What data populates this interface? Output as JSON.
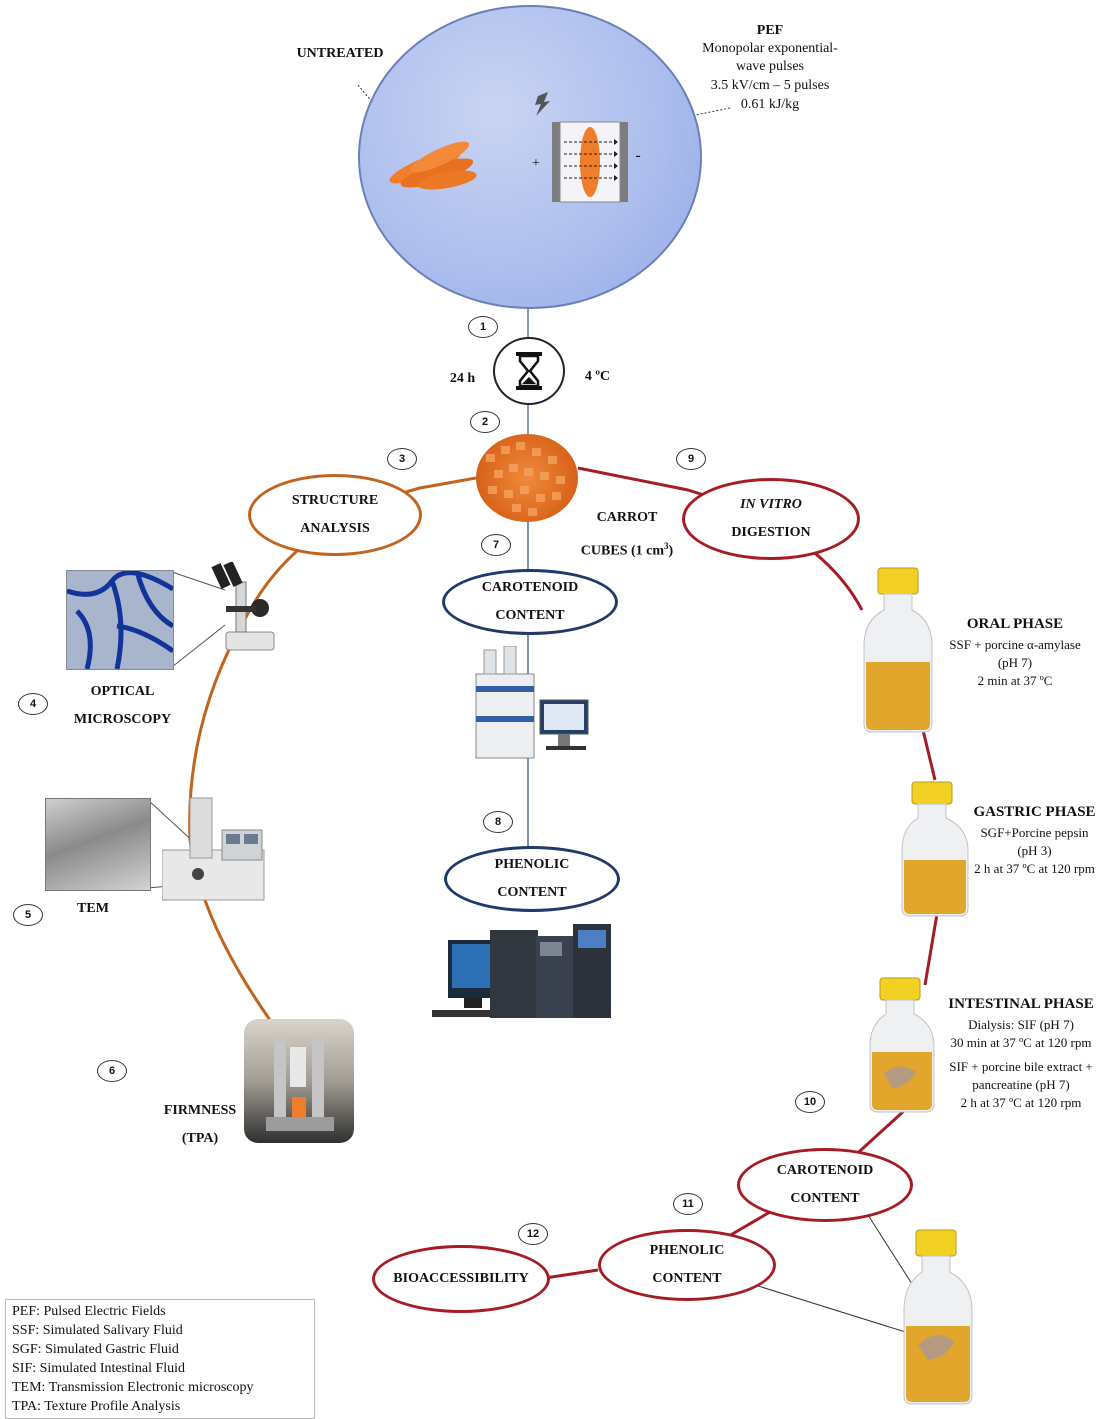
{
  "untreated_label": "UNTREATED",
  "pef": {
    "title": "PEF",
    "line1": "Monopolar exponential-",
    "line2": "wave pulses",
    "line3": "3.5 kV/cm – 5 pulses",
    "line4": "0.61 kJ/kg",
    "plus": "+",
    "minus": "-"
  },
  "storage": {
    "time": "24 h",
    "temperature": "4 ºC"
  },
  "steps": [
    "1",
    "2",
    "3",
    "4",
    "5",
    "6",
    "7",
    "8",
    "9",
    "10",
    "11",
    "12"
  ],
  "carrot": {
    "line1": "CARROT",
    "line2": "CUBES (1 cm",
    "sup": "3",
    "close": ")"
  },
  "structure": {
    "line1": "STRUCTURE",
    "line2": "ANALYSIS"
  },
  "optical": {
    "line1": "OPTICAL",
    "line2": "MICROSCOPY"
  },
  "tem": "TEM",
  "firmness": {
    "line1": "FIRMNESS",
    "line2": "(TPA)"
  },
  "carotenoid_center": {
    "line1": "CAROTENOID",
    "line2": "CONTENT"
  },
  "phenolic_center": {
    "line1": "PHENOLIC",
    "line2": "CONTENT"
  },
  "digestion": {
    "line1": "IN VITRO",
    "line2": "DIGESTION"
  },
  "oral": {
    "title": "ORAL PHASE",
    "line1": "SSF + porcine α-amylase",
    "line2": "(pH 7)",
    "line3": "2 min at 37 ºC"
  },
  "gastric": {
    "title": "GASTRIC PHASE",
    "line1": "SGF+Porcine pepsin",
    "line2": "(pH 3)",
    "line3": "2 h at 37 ºC at 120 rpm"
  },
  "intestinal": {
    "title": "INTESTINAL PHASE",
    "line1": "Dialysis: SIF (pH 7)",
    "line2": "30 min at 37 ºC at 120 rpm",
    "line3": "SIF + porcine bile extract +",
    "line4": "pancreatine (pH 7)",
    "line5": "2 h at 37 ºC at 120 rpm"
  },
  "carotenoid_right": {
    "line1": "CAROTENOID",
    "line2": "CONTENT"
  },
  "phenolic_bottom": {
    "line1": "PHENOLIC",
    "line2": "CONTENT"
  },
  "bioaccessibility": "BIOACCESSIBILITY",
  "legend": [
    "PEF: Pulsed Electric Fields",
    "SSF: Simulated Salivary Fluid",
    "SGF: Simulated Gastric Fluid",
    "SIF: Simulated Intestinal Fluid",
    "TEM: Transmission Electronic microscopy",
    "TPA: Texture Profile Analysis"
  ],
  "colors": {
    "treatment_circle": "#a9b9ea",
    "orange_path": "#c0641f",
    "blue_path": "#1f3a68",
    "red_path": "#a51c24",
    "bottle_liquid": "#e1a62b",
    "bottle_cap": "#f2d024",
    "carrot": "#ef7d2a"
  },
  "icons": [
    "hourglass-icon",
    "lightning-icon",
    "microscope-icon",
    "tem-instrument-icon",
    "texture-analyzer-icon",
    "hplc-icon",
    "uplc-icon",
    "bottle-icon",
    "carrot-icon"
  ]
}
